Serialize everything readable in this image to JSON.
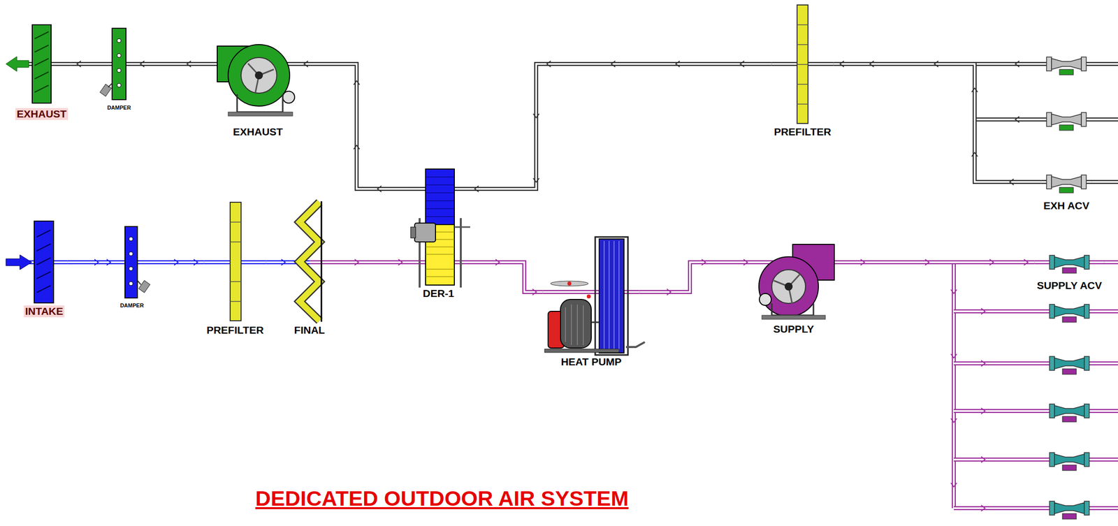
{
  "diagram": {
    "title": "DEDICATED OUTDOOR AIR SYSTEM",
    "nodes": [
      {
        "text": [
          "EXHAUST"
        ]
      },
      {
        "text": [
          "DAMPER"
        ]
      },
      {
        "text": [
          "EXHAUST"
        ]
      },
      {
        "text": [
          "PREFILTER"
        ]
      },
      {
        "text": [
          "EXH ACV"
        ]
      },
      {
        "text": [
          "INTAKE"
        ]
      },
      {
        "text": [
          "DAMPER"
        ]
      },
      {
        "text": [
          "PREFILTER"
        ]
      },
      {
        "text": [
          "FINAL"
        ]
      },
      {
        "text": [
          "DER-1"
        ]
      },
      {
        "text": [
          "HEAT PUMP"
        ]
      },
      {
        "text": [
          "SUPPLY"
        ]
      },
      {
        "text": [
          "SUPPLY ACV"
        ]
      }
    ],
    "edges": [
      {
        "from": 4,
        "to": 3,
        "arrow": "to"
      },
      {
        "from": 3,
        "to": 9,
        "arrow": "to"
      },
      {
        "from": 9,
        "to": 2,
        "arrow": "to"
      },
      {
        "from": 2,
        "to": 1,
        "arrow": "to"
      },
      {
        "from": 1,
        "to": 0,
        "arrow": "to"
      },
      {
        "from": 5,
        "to": 6,
        "arrow": "to"
      },
      {
        "from": 6,
        "to": 7,
        "arrow": "to"
      },
      {
        "from": 7,
        "to": 8,
        "arrow": "to"
      },
      {
        "from": 8,
        "to": 9,
        "arrow": "to"
      },
      {
        "from": 9,
        "to": 10,
        "arrow": "to"
      },
      {
        "from": 10,
        "to": 11,
        "arrow": "to"
      },
      {
        "from": 11,
        "to": 12,
        "arrow": "to"
      }
    ]
  }
}
